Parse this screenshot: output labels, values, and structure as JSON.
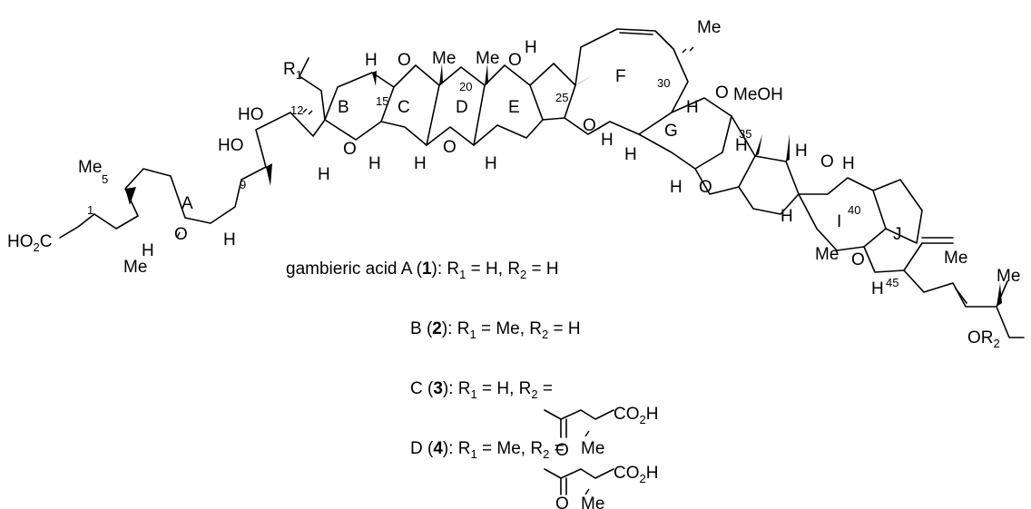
{
  "structure": {
    "ring_letters": [
      "A",
      "B",
      "C",
      "D",
      "E",
      "F",
      "G",
      "I",
      "J"
    ],
    "position_numbers": [
      "1",
      "5",
      "9",
      "12",
      "15",
      "20",
      "25",
      "30",
      "35",
      "40",
      "45"
    ],
    "labels": {
      "Me": "Me",
      "H": "H",
      "O": "O",
      "R1": "R",
      "R1_sub": "1",
      "HO": "HO",
      "HO2C_a": "HO",
      "HO2C_sub": "2",
      "HO2C_b": "C",
      "MeOH_a": "Me",
      "MeOH_b": "OH",
      "OR2_a": "OR",
      "OR2_sub": "2"
    }
  },
  "compounds": [
    {
      "prefix": "gambieric acid A (",
      "num": "1",
      "suffix": "): R",
      "r1sub": "1",
      "r1val": " = H, R",
      "r2sub": "2",
      "r2val": " = H"
    },
    {
      "prefix": "B (",
      "num": "2",
      "suffix": "): R",
      "r1sub": "1",
      "r1val": " = Me, R",
      "r2sub": "2",
      "r2val": " = H"
    },
    {
      "prefix": "C (",
      "num": "3",
      "suffix": "): R",
      "r1sub": "1",
      "r1val": " = H, R",
      "r2sub": "2",
      "r2val": " ="
    },
    {
      "prefix": "D (",
      "num": "4",
      "suffix": "): R",
      "r1sub": "1",
      "r1val": " = Me, R",
      "r2sub": "2",
      "r2val": " ="
    }
  ],
  "side_chain": {
    "o": "O",
    "me": "Me",
    "co2h_a": "CO",
    "co2h_sub": "2",
    "co2h_b": "H"
  }
}
